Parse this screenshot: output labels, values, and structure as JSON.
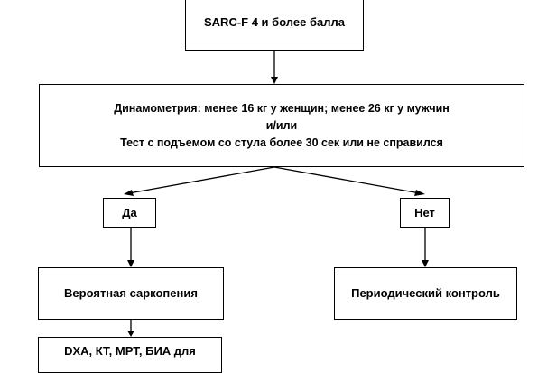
{
  "diagram": {
    "nodes": {
      "sarcf": {
        "text": "SARC-F 4 и более балла"
      },
      "test": {
        "line1": "Динамометрия: менее 16 кг у женщин; менее 26 кг у мужчин",
        "line2": "и/или",
        "line3": "Тест с подъемом со стула более 30 сек или не справился"
      },
      "yes": {
        "text": "Да"
      },
      "no": {
        "text": "Нет"
      },
      "probable": {
        "text": "Вероятная саркопения"
      },
      "control": {
        "text": "Периодический контроль"
      },
      "diagnostics": {
        "text": "DXA, КТ, МРТ, БИА для"
      }
    },
    "edges": [
      {
        "from": "sarcf",
        "to": "test"
      },
      {
        "from": "test",
        "to": "yes"
      },
      {
        "from": "test",
        "to": "no"
      },
      {
        "from": "yes",
        "to": "probable"
      },
      {
        "from": "no",
        "to": "control"
      },
      {
        "from": "probable",
        "to": "diagnostics"
      }
    ],
    "colors": {
      "stroke": "#000000",
      "fill": "#ffffff",
      "text": "#000000"
    }
  }
}
